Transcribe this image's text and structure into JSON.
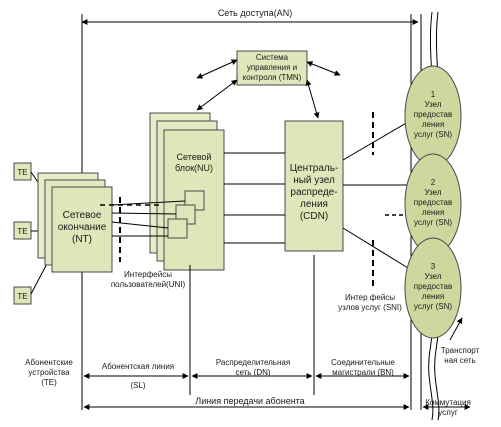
{
  "title": "Сеть доступа(AN)",
  "nodes": {
    "te_top": "TE",
    "te_mid": "TE",
    "te_bot": "TE",
    "nt": "Сетевое\nокончание\n(NT)",
    "nu": "Сетевой\nблок(NU)",
    "tmn": "Система\nуправления и\nконтроля (TMN)",
    "cdn": "Централь-\nный узел\nраспреде-\nления\n(CDN)",
    "sn": [
      "1\nУзел\nпредостав\nления\nуслуг (SN)",
      "2\nУзел\nпредостав\nления\nуслуг (SN)",
      "3\nУзел\nпредостав\nления\nуслуг (SN)"
    ]
  },
  "labels": {
    "uni": "Интерфейсы\nпользователей(UNI)",
    "sni": "Интер фейсы\nузлов услуг (SNI)",
    "transport": "Транспорт\nная сеть",
    "switching": "Коммутация\nуслуг"
  },
  "segments": {
    "te": "Абонентские\nустройства\n(TE)",
    "sl_top": "Абонентская линия",
    "sl_bot": "(SL)",
    "dn": "Распределительная\nсеть (DN)",
    "bn": "Соединительные\nмагистрали (BN)"
  },
  "bottom_line": "Линия передачи абонента",
  "colors": {
    "box_fill": "#dfe6ba",
    "box_stroke": "#4a4a4a",
    "oval_fill": "#cfd79f",
    "line": "#000000"
  }
}
